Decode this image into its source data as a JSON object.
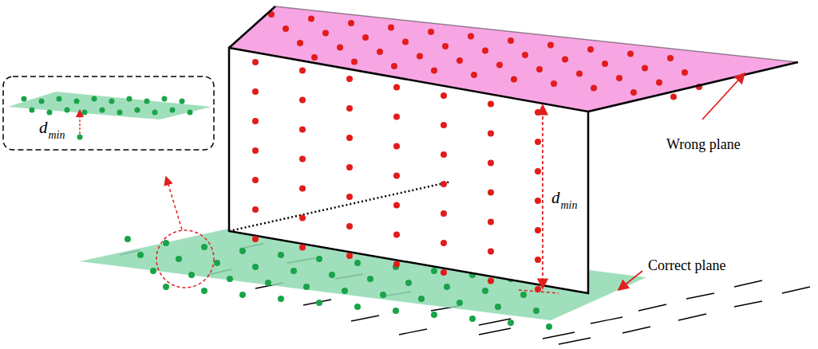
{
  "diagram": {
    "labels": [
      "d",
      "min",
      "d",
      "min",
      "Wrong plane",
      "Correct plane"
    ]
  }
}
